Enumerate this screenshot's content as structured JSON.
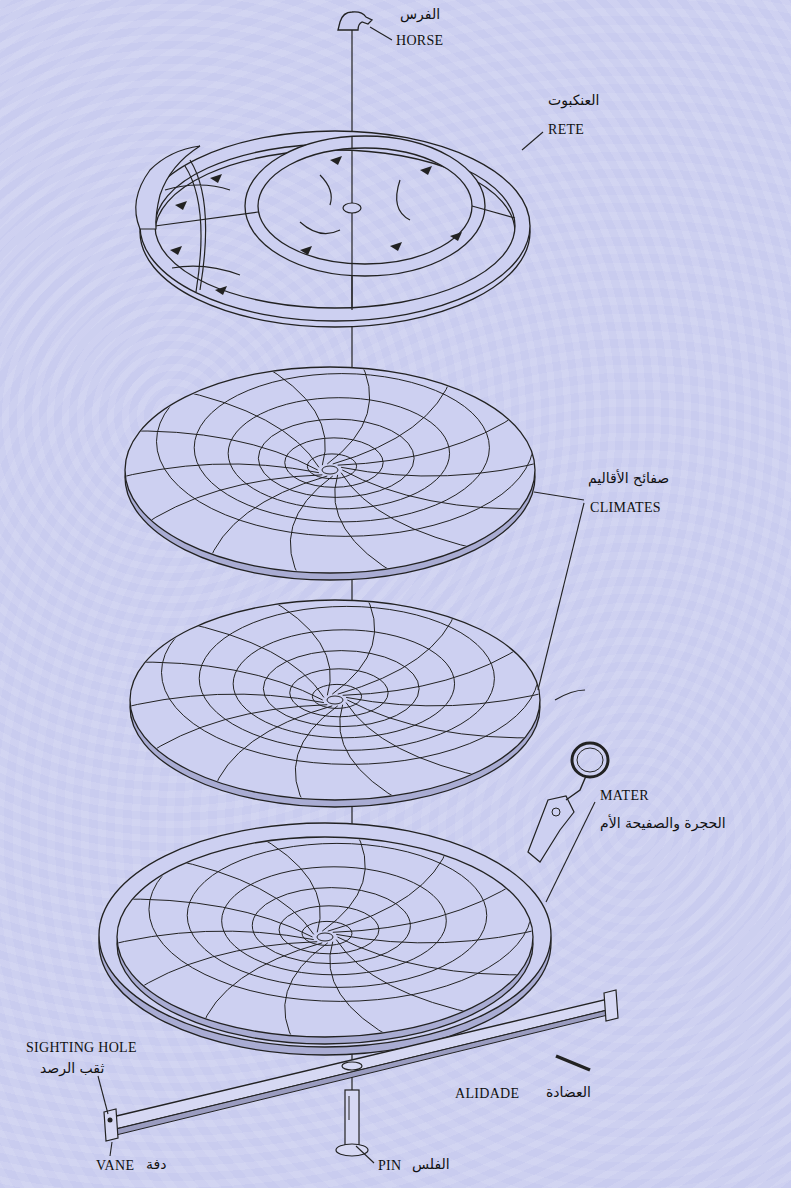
{
  "diagram": {
    "labels": [
      "الفرس",
      "HORSE",
      "العنكبوت",
      "RETE",
      "صفائح الأقاليم",
      "CLIMATES",
      "MATER",
      "الحجرة والصفيحة الأم",
      "SIGHTING HOLE",
      "ثقب الرصد",
      "ALIDADE",
      "العضادة",
      "VANE",
      "دفة",
      "PIN",
      "الفلس"
    ]
  }
}
